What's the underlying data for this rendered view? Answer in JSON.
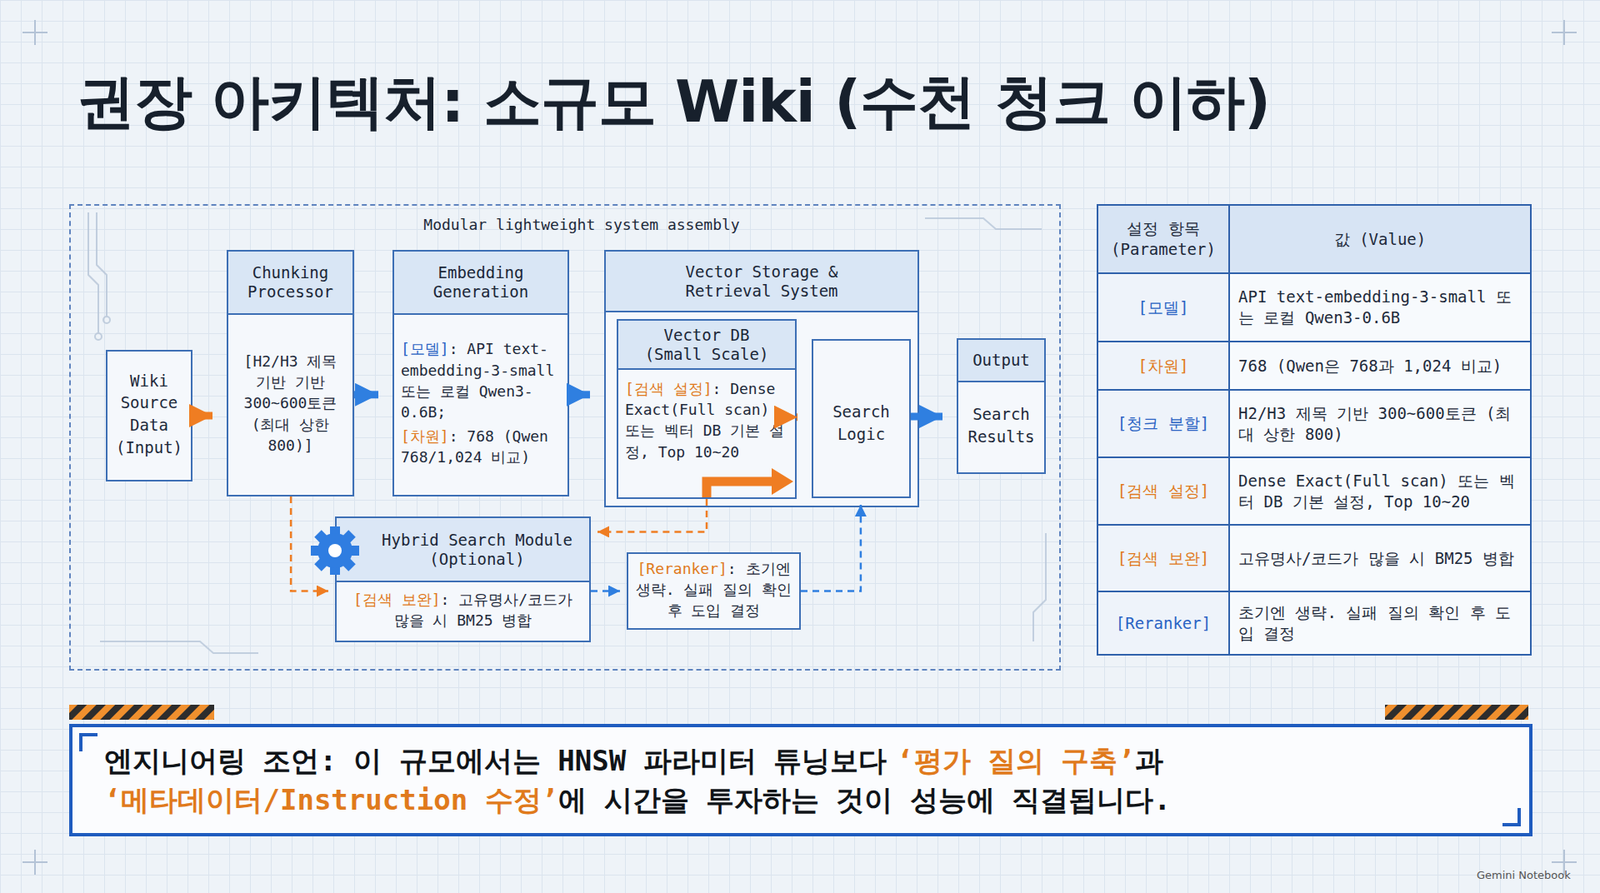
{
  "diagram": {
    "title": "권장 아키텍처: 소규모 Wiki (수천 청크 이하)",
    "nodes": [
      {
        "text": [
          "Modular lightweight system assembly"
        ]
      },
      {
        "text": [
          "Wiki Source Data (Input)"
        ],
        "in": 0
      },
      {
        "text": [
          "Chunking Processor",
          "[H2/H3 제목 기반 기반 300~600토큰 (최대 상한 800)]"
        ],
        "in": 0
      },
      {
        "text": [
          "Embedding Generation",
          "[모델]",
          ": API text-embedding-3-small 또는 로컬 Qwen3-0.6B;",
          "[차원]",
          ": 768 (Qwen 768/1,024 비교)"
        ],
        "in": 0
      },
      {
        "text": [
          "Vector Storage & Retrieval System"
        ],
        "in": 0
      },
      {
        "text": [
          "Vector DB (Small Scale)",
          "[검색 설정]",
          ": Dense Exact(Full scan) 또는 벡터 DB 기본 설정, Top 10~20"
        ],
        "in": 4
      },
      {
        "text": [
          "Search Logic"
        ],
        "in": 4
      },
      {
        "text": [
          "Output",
          "Search Results"
        ],
        "in": 0
      },
      {
        "text": [
          "Hybrid Search Module (Optional)",
          "[검색 보완]",
          ": 고유명사/코드가 많을 시 BM25 병합"
        ],
        "in": 0
      },
      {
        "text": [
          "[Reranker]",
          ": 초기엔 생략. 실패 질의 확인 후 도입 결정"
        ],
        "in": 0
      },
      {
        "text": [
          "엔지니어링 조언: 이 규모에서는 HNSW 파라미터 튜닝보다",
          "‘평가 질의 구축’",
          "과",
          "‘메타데이터/Instruction 수정’",
          "에 시간을 투자하는 것이 성능에 직결됩니다."
        ]
      }
    ],
    "edges": [
      {
        "from": 1,
        "to": 2,
        "arrow": "to"
      },
      {
        "from": 2,
        "to": 3,
        "arrow": "to"
      },
      {
        "from": 3,
        "to": 4,
        "arrow": "to"
      },
      {
        "from": 5,
        "to": 6,
        "arrow": "to"
      },
      {
        "from": 6,
        "to": 7,
        "arrow": "to"
      },
      {
        "from": 5,
        "to": 8,
        "arrow": "to"
      },
      {
        "from": 2,
        "to": 8,
        "arrow": "to"
      },
      {
        "from": 8,
        "to": 9,
        "arrow": "to"
      },
      {
        "from": 9,
        "to": 6,
        "arrow": "to"
      }
    ],
    "labels": [
      "설정 항목 (Parameter)",
      "값 (Value)",
      "[모델]",
      "API text-embedding-3-small 또는 로컬 Qwen3-0.6B",
      "[차원]",
      "768 (Qwen은 768과 1,024 비교)",
      "[청크 분할]",
      "H2/H3 제목 기반 300~600토큰 (최대 상한 800)",
      "[검색 설정]",
      "Dense Exact(Full scan) 또는 벡터 DB 기본 설정, Top 10~20",
      "[검색 보완]",
      "고유명사/코드가 많을 시 BM25 병합",
      "[Reranker]",
      "초기엔 생략. 실패 질의 확인 후 도입 결정",
      "Gemini Notebook"
    ]
  }
}
